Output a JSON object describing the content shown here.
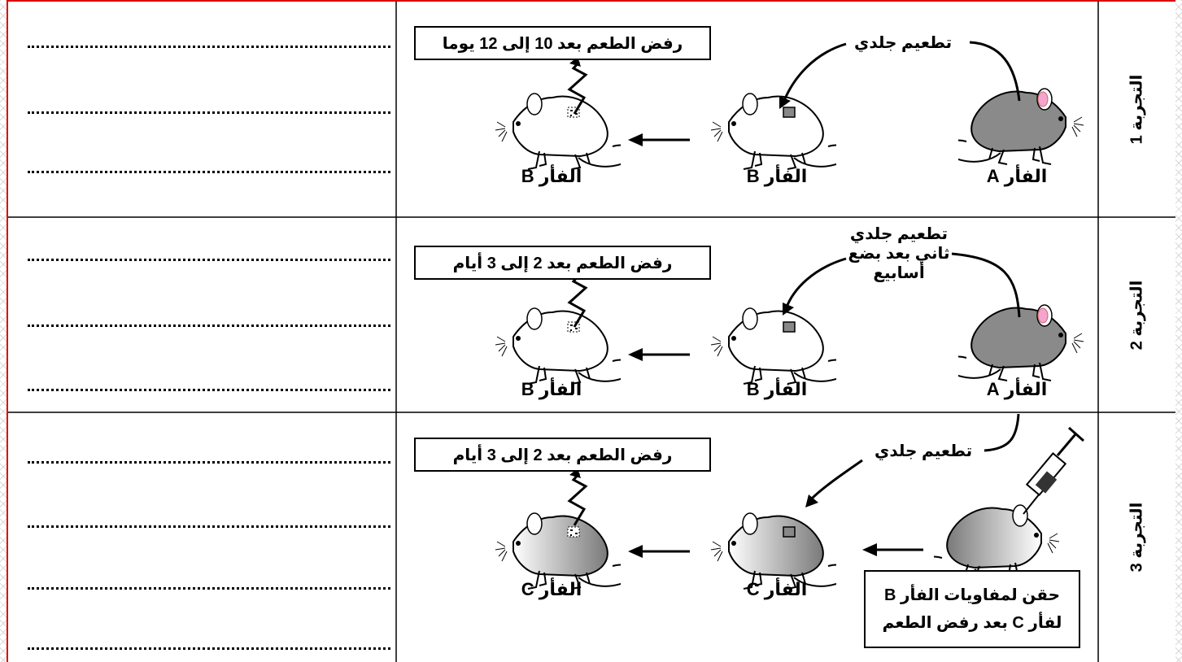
{
  "rows": [
    {
      "label": "التجربة 1",
      "graft_label": "تطعيم جلدي",
      "result": "رفض الطعم بعد 10 إلى 12 يوما",
      "mice": [
        "الفأر A",
        "الفأر B",
        "الفأر B"
      ]
    },
    {
      "label": "التجربة 2",
      "graft_label_lines": [
        "تطعيم جلدي",
        "ثاني بعد بضع",
        "أسابيع"
      ],
      "result": "رفض الطعم بعد 2 إلى 3 أيام",
      "mice": [
        "الفأر A",
        "الفأر B",
        "الفأر B"
      ]
    },
    {
      "label": "التجربة 3",
      "graft_label": "تطعيم جلدي",
      "result": "رفض الطعم بعد 2 إلى 3 أيام",
      "injection_lines": [
        "حقن لمفاويات الفأر B",
        "لفأر C بعد رفض الطعم"
      ],
      "mice": [
        "الفأر C",
        "الفأر C"
      ]
    }
  ],
  "answer_placeholder": "................................................................"
}
